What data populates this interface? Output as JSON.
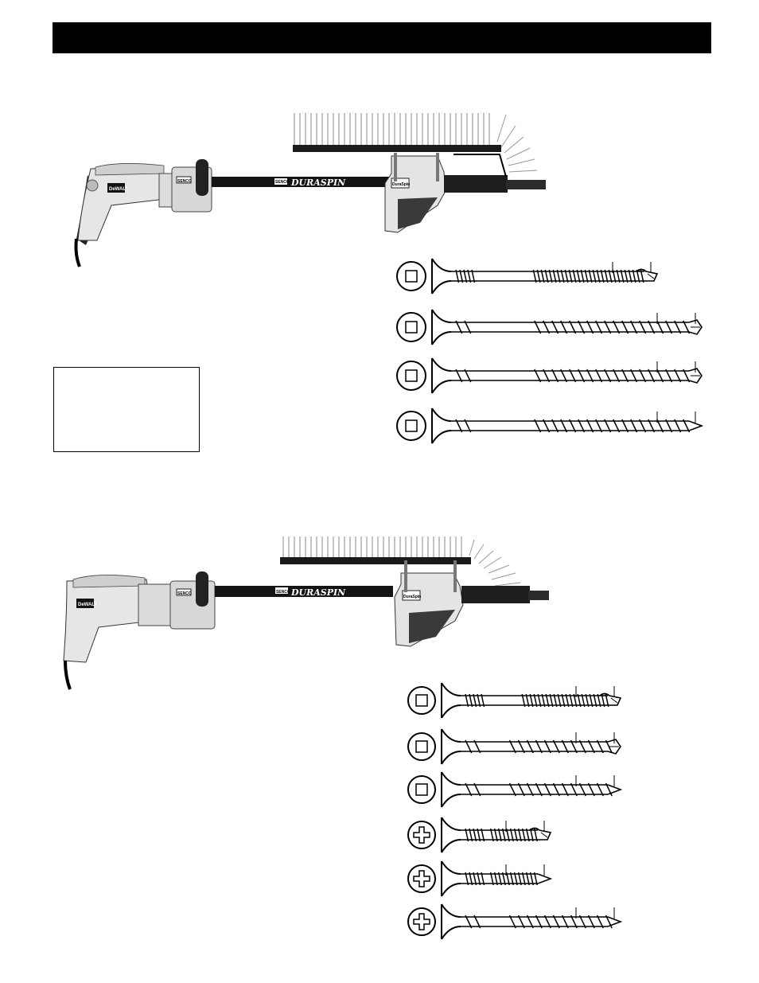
{
  "header": {
    "bar_color": "#000000"
  },
  "tool_1": {
    "drill_badge": "DeWALT",
    "attachment_badge": "SENCO",
    "brand_logo": "DURASPIN",
    "feeder_badge": "DuraSpin"
  },
  "tool_2": {
    "drill_badge": "DeWALT",
    "attachment_badge": "SENCO",
    "brand_logo": "DURASPIN",
    "feeder_badge": "DuraSpin"
  },
  "screws_set_1": [
    {
      "drive": "square",
      "thread": "fine",
      "tip": "drill",
      "length": "long"
    },
    {
      "drive": "square",
      "thread": "coarse",
      "tip": "cutter",
      "length": "long"
    },
    {
      "drive": "square",
      "thread": "coarse",
      "tip": "cutter",
      "length": "long"
    },
    {
      "drive": "square",
      "thread": "coarse",
      "tip": "sharp",
      "length": "long"
    }
  ],
  "screws_set_2": [
    {
      "drive": "square",
      "thread": "fine",
      "tip": "drill",
      "length": "medium"
    },
    {
      "drive": "square",
      "thread": "coarse",
      "tip": "cutter",
      "length": "medium"
    },
    {
      "drive": "square",
      "thread": "coarse",
      "tip": "sharp",
      "length": "medium"
    },
    {
      "drive": "phillips",
      "thread": "fine",
      "tip": "drill",
      "length": "short"
    },
    {
      "drive": "phillips",
      "thread": "fine",
      "tip": "sharp",
      "length": "short"
    },
    {
      "drive": "phillips",
      "thread": "coarse",
      "tip": "sharp",
      "length": "medium"
    }
  ]
}
